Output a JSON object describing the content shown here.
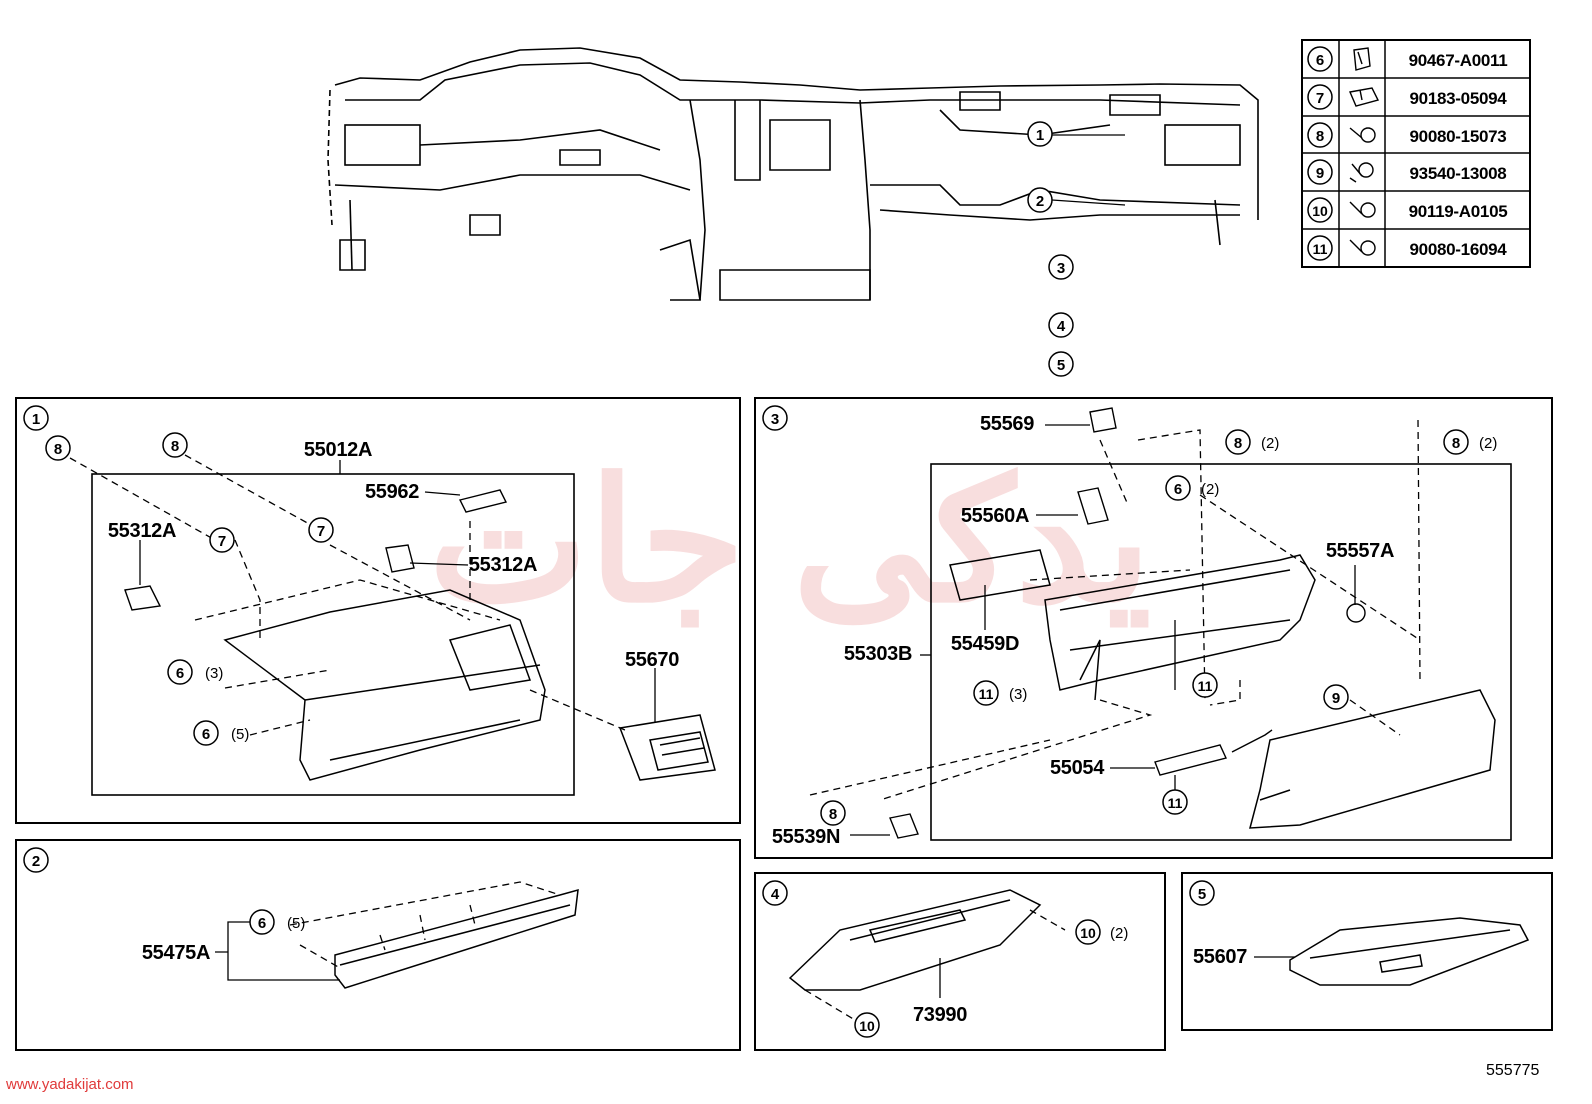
{
  "watermark": "یدکی جات",
  "fastener_table": [
    {
      "index": "6",
      "part": "90467-A0011",
      "icon": "clip-icon"
    },
    {
      "index": "7",
      "part": "90183-05094",
      "icon": "bracket-clip-icon"
    },
    {
      "index": "8",
      "part": "90080-15073",
      "icon": "screw-washer-icon"
    },
    {
      "index": "9",
      "part": "93540-13008",
      "icon": "screw-icon"
    },
    {
      "index": "10",
      "part": "90119-A0105",
      "icon": "bolt-washer-icon"
    },
    {
      "index": "11",
      "part": "90080-16094",
      "icon": "screw-washer-icon"
    }
  ],
  "overview": {
    "callouts": [
      "1",
      "2",
      "3",
      "4",
      "5"
    ]
  },
  "panel1": {
    "number": "1",
    "labels": {
      "assembly": "55012A",
      "clip_left": "55312A",
      "clip_right": "55312A",
      "vent_top": "55962",
      "register": "55670"
    },
    "callouts": {
      "c8a": "8",
      "c8b": "8",
      "c7a": "7",
      "c7b": "7",
      "c6a": "6",
      "c6a_qty": "(3)",
      "c6b": "6",
      "c6b_qty": "(5)"
    }
  },
  "panel2": {
    "number": "2",
    "labels": {
      "part": "55475A"
    },
    "callouts": {
      "c6": "6",
      "c6_qty": "(5)"
    }
  },
  "panel3": {
    "number": "3",
    "labels": {
      "stopper": "55569",
      "damper": "55560A",
      "box": "55303B",
      "pad": "55459D",
      "bumper": "55557A",
      "lamp": "55054",
      "cushion": "55539N"
    },
    "callouts": {
      "c8a": "8",
      "c8a_qty": "(2)",
      "c8b": "8",
      "c8b_qty": "(2)",
      "c6": "6",
      "c6_qty": "(2)",
      "c11a": "11",
      "c11a_qty": "(3)",
      "c11b": "11",
      "c11c": "11",
      "c9": "9",
      "c8c": "8"
    }
  },
  "panel4": {
    "number": "4",
    "labels": {
      "part": "73990"
    },
    "callouts": {
      "c10a": "10",
      "c10a_qty": "(2)",
      "c10b": "10"
    }
  },
  "panel5": {
    "number": "5",
    "labels": {
      "part": "55607"
    }
  },
  "footer": {
    "website": "www.yadakijat.com",
    "diagram_id": "555775"
  }
}
